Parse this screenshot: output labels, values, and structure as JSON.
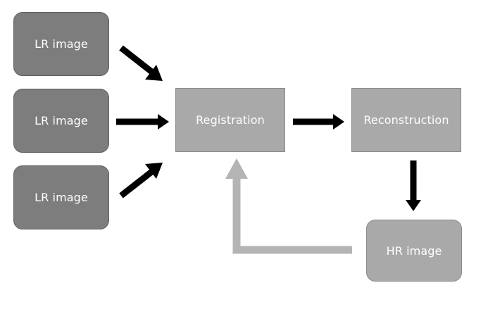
{
  "nodes": {
    "lr_1": "LR image",
    "lr_2": "LR image",
    "lr_3": "LR image",
    "registration": "Registration",
    "reconstruction": "Reconstruction",
    "hr": "HR image"
  },
  "colors": {
    "lr_fill": "#7d7d7d",
    "process_fill": "#a9a9a9",
    "arrow": "#000000",
    "feedback_arrow": "#b4b4b4"
  }
}
